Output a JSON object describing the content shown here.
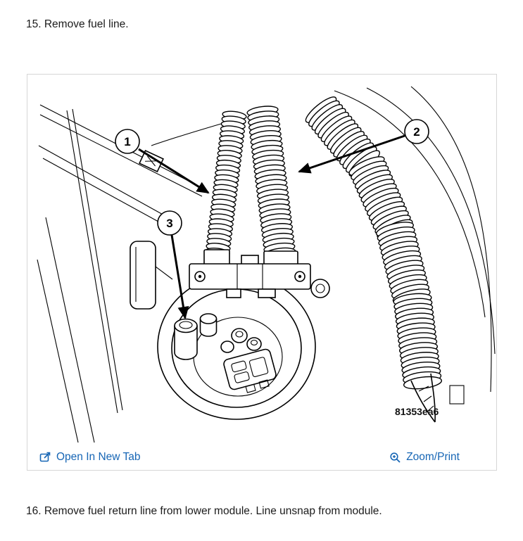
{
  "steps": {
    "step15": "15. Remove fuel line.",
    "step16": "16. Remove fuel return line from lower module. Line unsnap from module."
  },
  "figure": {
    "part_number": "81353ea6",
    "callouts": [
      "1",
      "2",
      "3"
    ],
    "footer": {
      "open_label": "Open In New Tab",
      "zoom_label": "Zoom/Print"
    }
  },
  "colors": {
    "link": "#1766b5",
    "ink": "#000000",
    "figure_border": "#d6d6d6",
    "text": "#1b1b1b"
  }
}
